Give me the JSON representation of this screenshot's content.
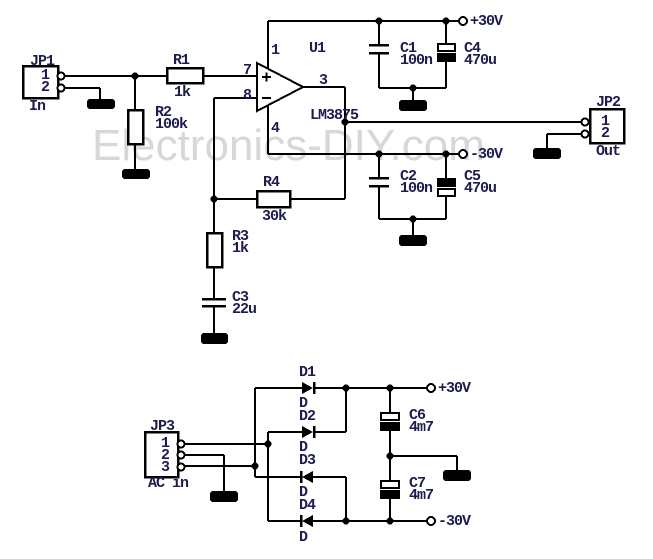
{
  "watermark": {
    "text": "Electronics-DIY.com",
    "color": "#d7d7d7"
  },
  "ink": "#000000",
  "text_color": "#1c1c4e",
  "rails": {
    "positive": "+30V",
    "negative": "-30V"
  },
  "amplifier": {
    "jp1": {
      "ref": "JP1",
      "pin1": "1",
      "pin2": "2",
      "label": "In"
    },
    "r1": {
      "ref": "R1",
      "value": "1k"
    },
    "r2": {
      "ref": "R2",
      "value": "100k"
    },
    "r3": {
      "ref": "R3",
      "value": "1k"
    },
    "r4": {
      "ref": "R4",
      "value": "30k"
    },
    "c1": {
      "ref": "C1",
      "value": "100n"
    },
    "c2": {
      "ref": "C2",
      "value": "100n"
    },
    "c3": {
      "ref": "C3",
      "value": "22u"
    },
    "c4": {
      "ref": "C4",
      "value": "470u"
    },
    "c5": {
      "ref": "C5",
      "value": "470u"
    },
    "u1": {
      "ref": "U1",
      "part": "LM3875",
      "pin_vplus": "1",
      "pin_vminus": "4",
      "pin_noninv": "7",
      "pin_inv": "8",
      "pin_out": "3"
    },
    "jp2": {
      "ref": "JP2",
      "pin1": "1",
      "pin2": "2",
      "label": "Out"
    },
    "rail_pos": "+30V",
    "rail_neg": "-30V"
  },
  "power_supply": {
    "jp3": {
      "ref": "JP3",
      "pin1": "1",
      "pin2": "2",
      "pin3": "3",
      "label": "AC in"
    },
    "d1": {
      "ref": "D1",
      "value": "D"
    },
    "d2": {
      "ref": "D2",
      "value": "D"
    },
    "d3": {
      "ref": "D3",
      "value": "D"
    },
    "d4": {
      "ref": "D4",
      "value": "D"
    },
    "c6": {
      "ref": "C6",
      "value": "4m7"
    },
    "c7": {
      "ref": "C7",
      "value": "4m7"
    },
    "rail_pos": "+30V",
    "rail_neg": "-30V"
  }
}
